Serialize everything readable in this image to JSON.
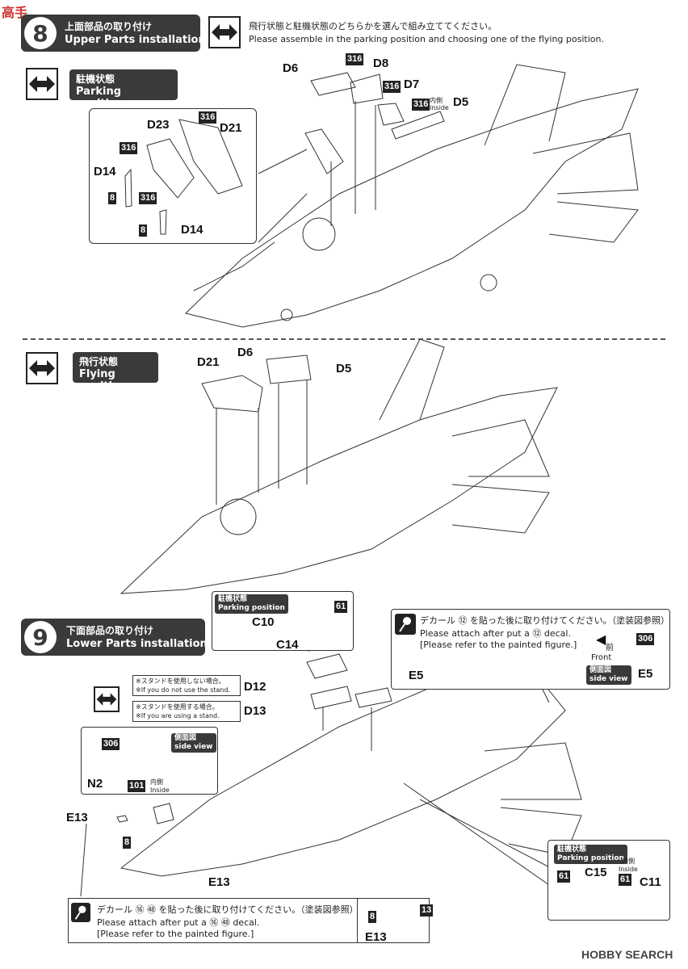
{
  "site_logo": "高手",
  "step8": {
    "number": "8",
    "title_jp": "上面部品の取り付け",
    "title_en": "Upper Parts installation",
    "note_jp": "飛行状態と駐機状態のどちらかを選んで組み立ててください。",
    "note_en": "Please assemble in the parking position and choosing one of the flying position.",
    "parking_jp": "駐機状態",
    "parking_en": "Parking position",
    "flying_jp": "飛行状態",
    "flying_en": "Flying position"
  },
  "step8_parts": {
    "d6": "D6",
    "d8": "D8",
    "d7": "D7",
    "d5": "D5",
    "d23": "D23",
    "d21": "D21",
    "d14a": "D14",
    "d14b": "D14",
    "inside": "内側\nInside"
  },
  "step8_flying_parts": {
    "d21": "D21",
    "d6": "D6",
    "d5": "D5"
  },
  "paint_codes": {
    "c316": "316",
    "c8": "8",
    "c61": "61",
    "c306": "306",
    "c101": "101",
    "c13": "13"
  },
  "step9": {
    "number": "9",
    "title_jp": "下面部品の取り付け",
    "title_en": "Lower Parts installation",
    "parking_small_jp": "駐機状態",
    "parking_small_en": "Parking position",
    "decal_note_jp": "デカール ⑫ を貼った後に取り付けてください。（塗装図参照）",
    "decal_note_en1": "Please attach after put a ⑫ decal.",
    "decal_note_en2": "[Please refer to the painted figure.]",
    "front_jp": "前",
    "front_en": "Front",
    "side_view_jp": "側面図",
    "side_view_en": "side view",
    "no_stand_jp": "※スタンドを使用しない場合。",
    "no_stand_en": "※If you do not use the stand.",
    "stand_jp": "※スタンドを使用する場合。",
    "stand_en": "※If you are using a stand.",
    "inside_jp": "内側",
    "inside_en": "Inside",
    "bottom_note_jp": "デカール ⑯ ㊽ を貼った後に取り付けてください。（塗装図参照）",
    "bottom_note_en1": "Please attach after put a ⑯ ㊽ decal.",
    "bottom_note_en2": "[Please refer to the painted figure.]"
  },
  "step9_parts": {
    "c10": "C10",
    "c14": "C14",
    "e5": "E5",
    "e5b": "E5",
    "d12": "D12",
    "d13": "D13",
    "n2": "N2",
    "e13a": "E13",
    "e13b": "E13",
    "e13c": "E13",
    "c15": "C15",
    "c11": "C11"
  },
  "watermark": "HOBBY SEARCH"
}
